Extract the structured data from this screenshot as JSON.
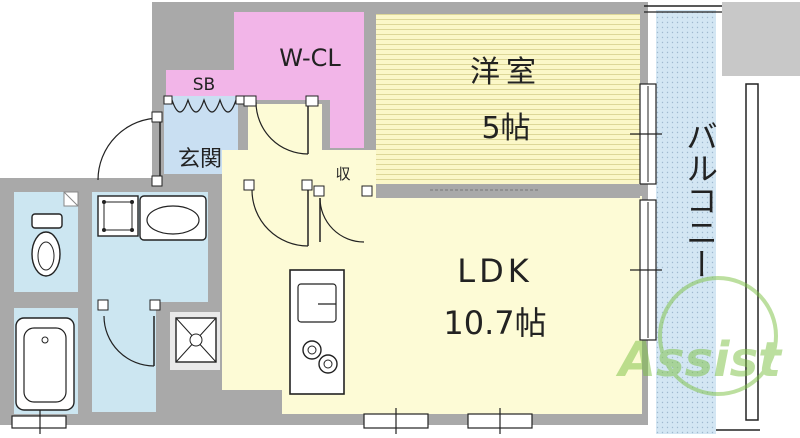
{
  "rooms": {
    "wcl": "W-CL",
    "western_room_name": "洋室",
    "western_room_size": "5帖",
    "sb": "SB",
    "entrance": "玄関",
    "storage": "収",
    "ldk_name": "LDK",
    "ldk_size": "10.7帖",
    "balcony": "バルコニー"
  },
  "watermark": "Assist",
  "colors": {
    "wall": "#a9a9a9",
    "closet": "#f2b5e8",
    "western_room": "#fbf7c8",
    "ldk": "#fdfbd6",
    "entrance_floor": "#c9dff2",
    "wet_area": "#cce6f1",
    "balcony": "#d3e6f3",
    "outline": "#111111",
    "watermark": "#7cc142"
  }
}
